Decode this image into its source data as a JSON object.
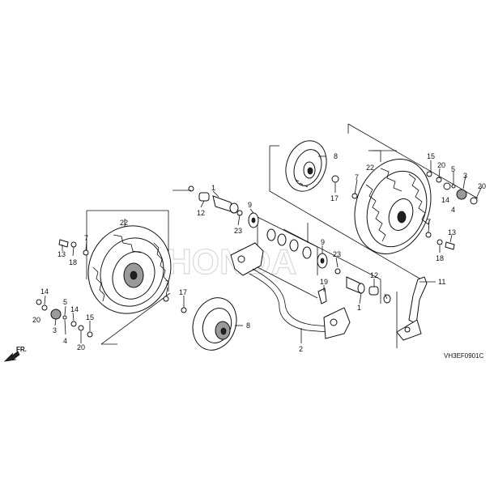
{
  "watermark": "HONDA",
  "diagram_code": "VH3EF0901C",
  "front_indicator": "FR.",
  "callouts": [
    {
      "id": "c1a",
      "text": "1"
    },
    {
      "id": "c1b",
      "text": "1"
    },
    {
      "id": "c2",
      "text": "2"
    },
    {
      "id": "c3a",
      "text": "3"
    },
    {
      "id": "c3b",
      "text": "3"
    },
    {
      "id": "c4a",
      "text": "4"
    },
    {
      "id": "c4b",
      "text": "4"
    },
    {
      "id": "c5a",
      "text": "5"
    },
    {
      "id": "c5b",
      "text": "5"
    },
    {
      "id": "c7a",
      "text": "7"
    },
    {
      "id": "c7b",
      "text": "7"
    },
    {
      "id": "c7c",
      "text": "7"
    },
    {
      "id": "c7d",
      "text": "7"
    },
    {
      "id": "c8a",
      "text": "8"
    },
    {
      "id": "c8b",
      "text": "8"
    },
    {
      "id": "c9a",
      "text": "9"
    },
    {
      "id": "c9b",
      "text": "9"
    },
    {
      "id": "c11",
      "text": "11"
    },
    {
      "id": "c12a",
      "text": "12"
    },
    {
      "id": "c12b",
      "text": "12"
    },
    {
      "id": "c13a",
      "text": "13"
    },
    {
      "id": "c13b",
      "text": "13"
    },
    {
      "id": "c14a",
      "text": "14"
    },
    {
      "id": "c14b",
      "text": "14"
    },
    {
      "id": "c14c",
      "text": "14"
    },
    {
      "id": "c15a",
      "text": "15"
    },
    {
      "id": "c15b",
      "text": "15"
    },
    {
      "id": "c17a",
      "text": "17"
    },
    {
      "id": "c17b",
      "text": "17"
    },
    {
      "id": "c18a",
      "text": "18"
    },
    {
      "id": "c18b",
      "text": "18"
    },
    {
      "id": "c19",
      "text": "19"
    },
    {
      "id": "c20a",
      "text": "20"
    },
    {
      "id": "c20b",
      "text": "20"
    },
    {
      "id": "c20c",
      "text": "20"
    },
    {
      "id": "c20d",
      "text": "20"
    },
    {
      "id": "c22a",
      "text": "22"
    },
    {
      "id": "c22b",
      "text": "22"
    },
    {
      "id": "c23a",
      "text": "23"
    },
    {
      "id": "c23b",
      "text": "23"
    }
  ]
}
